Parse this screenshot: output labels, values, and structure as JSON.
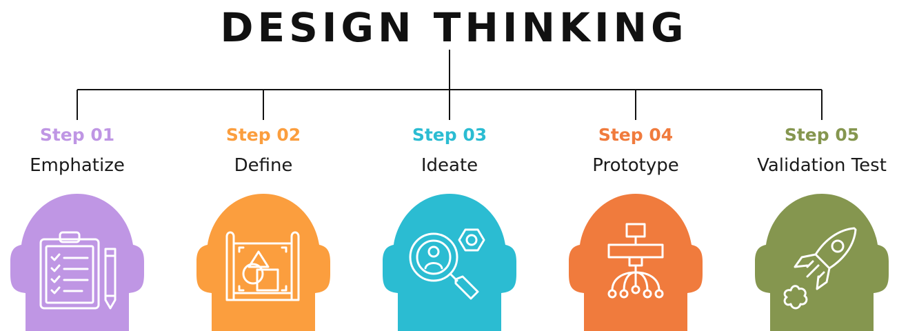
{
  "title": "DESIGN THINKING",
  "steps": [
    {
      "number": "Step 01",
      "name": "Emphatize",
      "color": "#BF96E4",
      "icon": "clipboard-checklist-icon"
    },
    {
      "number": "Step 02",
      "name": "Define",
      "color": "#FB9E3E",
      "icon": "blueprint-shapes-icon"
    },
    {
      "number": "Step 03",
      "name": "Ideate",
      "color": "#2BBCD2",
      "icon": "search-person-gear-icon"
    },
    {
      "number": "Step 04",
      "name": "Prototype",
      "color": "#F07B3D",
      "icon": "hierarchy-nodes-icon"
    },
    {
      "number": "Step 05",
      "name": "Validation Test",
      "color": "#85964F",
      "icon": "rocket-launch-icon"
    }
  ]
}
